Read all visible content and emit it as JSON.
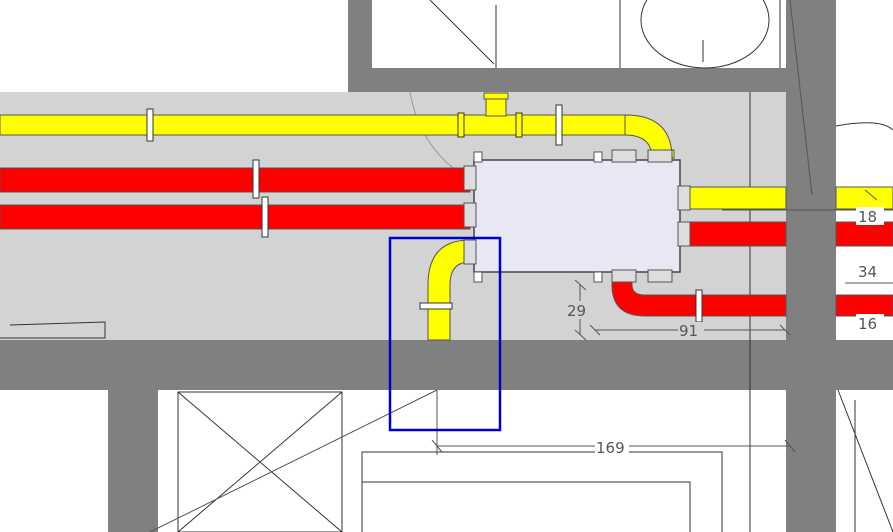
{
  "dimensions": {
    "d29": "29",
    "d91": "91",
    "d169": "169",
    "d18": "18",
    "d34": "34",
    "d16": "16"
  },
  "colors": {
    "wall": "#808080",
    "floor_area": "#d3d3d3",
    "cold_pipe": "#ffff00",
    "hot_pipe": "#ff0000",
    "manifold": "#e8e8f4",
    "selection": "#0000cc"
  }
}
